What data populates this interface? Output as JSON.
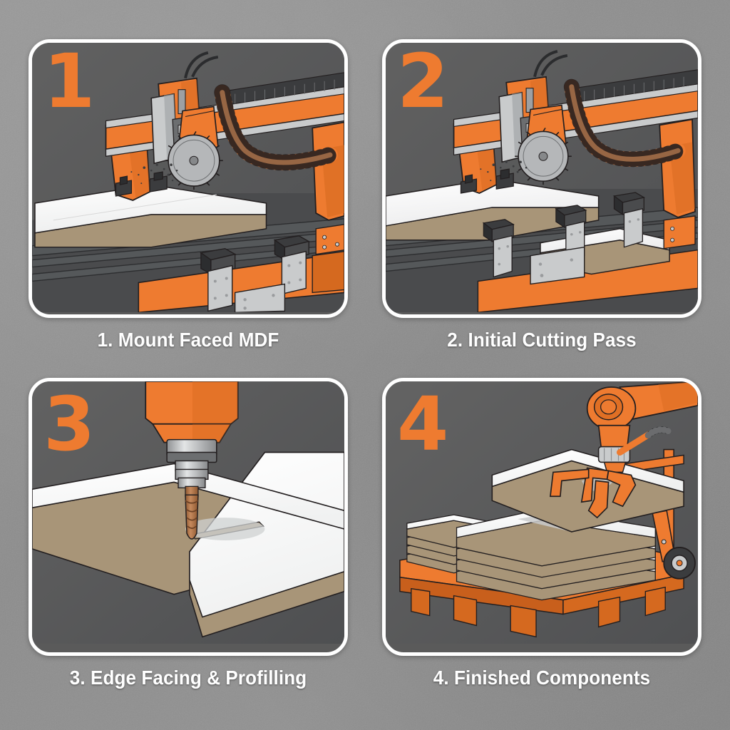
{
  "document": {
    "type": "process-infographic",
    "subject": "CNC machining of faced MDF panels",
    "step_count": 4,
    "background_color": "#8e8e8e"
  },
  "palette": {
    "background_gray": "#8e8e8e",
    "panel_gray": "#5a5a5a",
    "panel_border_white": "#ffffff",
    "accent_orange": "#ee7b30",
    "orange_dark": "#c85f1c",
    "orange_light": "#f59a5c",
    "metal_silver": "#c9cbcc",
    "metal_dark": "#4a4c4e",
    "mdf_edge_tan": "#a89578",
    "mdf_face_white": "#fafafa",
    "bit_copper": "#b5794b",
    "caption_text": "#ffffff",
    "outline_black": "#231f20"
  },
  "steps": [
    {
      "number": "1",
      "caption": "1. Mount Faced MDF",
      "panel_name": "panel-step-1",
      "scene": "CNC router gantry with saw blade over a large white-faced MDF sheet held by clamps on an extrusion table"
    },
    {
      "number": "2",
      "caption": "2. Initial Cutting Pass",
      "panel_name": "panel-step-2",
      "scene": "Saw blade cutting through the MDF sheet, a separated rectangular part sliding out to the right"
    },
    {
      "number": "3",
      "caption": "3. Edge Facing & Profilling",
      "panel_name": "panel-step-3",
      "scene": "Close-up of an orange router spindle with a copper spiral bit profiling the edge of a white faced MDF panel"
    },
    {
      "number": "4",
      "caption": "4. Finished Components",
      "panel_name": "panel-step-4",
      "scene": "Orange robot arm with gripper stacking finished white panels onto an orange pallet trolley"
    }
  ]
}
